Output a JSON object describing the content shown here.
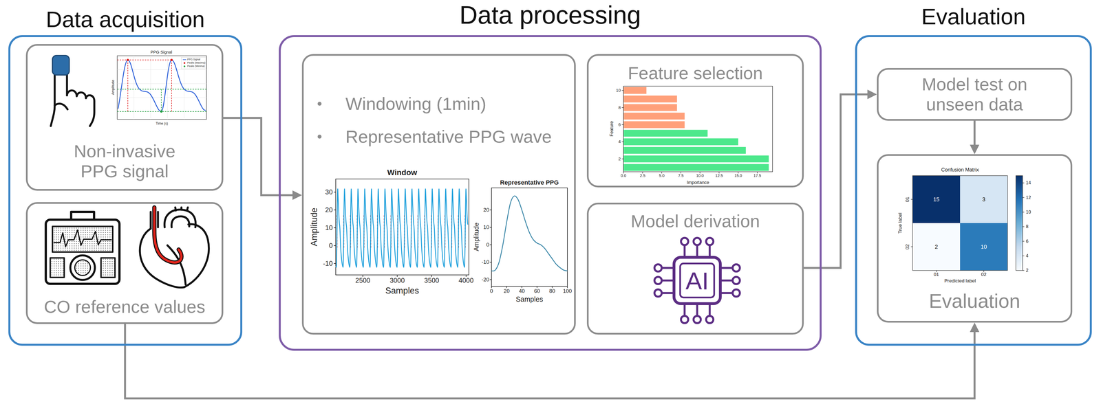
{
  "diagram": {
    "nodes": [
      {
        "text": [
          "Data acquisition"
        ]
      },
      {
        "text": [
          "Non-invasive PPG signal"
        ],
        "in": 0
      },
      {
        "text": [
          "CO reference values"
        ],
        "in": 0
      },
      {
        "text": [
          "Data processing"
        ]
      },
      {
        "text": [
          "Windowing (1min)",
          "Representative PPG wave"
        ],
        "in": 3
      },
      {
        "text": [
          "Feature selection"
        ],
        "in": 3
      },
      {
        "text": [
          "Model derivation"
        ],
        "in": 3
      },
      {
        "text": [
          "Evaluation"
        ]
      },
      {
        "text": [
          "Model test on unseen data"
        ],
        "in": 7
      },
      {
        "text": [
          "Evaluation"
        ],
        "in": 7
      }
    ],
    "edges": [
      {
        "from": 1,
        "to": 4,
        "arrow": "to"
      },
      {
        "from": 6,
        "to": 8,
        "arrow": "to"
      },
      {
        "from": 8,
        "to": 9,
        "arrow": "to"
      },
      {
        "from": 2,
        "to": 9,
        "arrow": "to"
      }
    ],
    "labels": [
      "PPG Signal",
      "PPG Signal",
      "Peaks (Maxima)",
      "Peaks (Minima)",
      "Time (s)",
      "Amplitude",
      "Window",
      "30",
      "20",
      "10",
      "0",
      "-10",
      "2500",
      "3000",
      "3500",
      "4000",
      "Samples",
      "Amplitude",
      "Representative PPG",
      "20",
      "10",
      "0",
      "-10",
      "-20",
      "0",
      "20",
      "40",
      "60",
      "80",
      "100",
      "Samples",
      "Amplitude",
      "10",
      "8",
      "6",
      "4",
      "2",
      "Feature",
      "0.0",
      "2.5",
      "5.0",
      "7.5",
      "10.0",
      "12.5",
      "15.0",
      "17.5",
      "Importance",
      "AI",
      "Confusion Matrix",
      "01",
      "02",
      "01",
      "02",
      "15",
      "3",
      "2",
      "10",
      "True label",
      "Predicted label",
      "14",
      "12",
      "10",
      "8",
      "6",
      "4",
      "2"
    ]
  }
}
